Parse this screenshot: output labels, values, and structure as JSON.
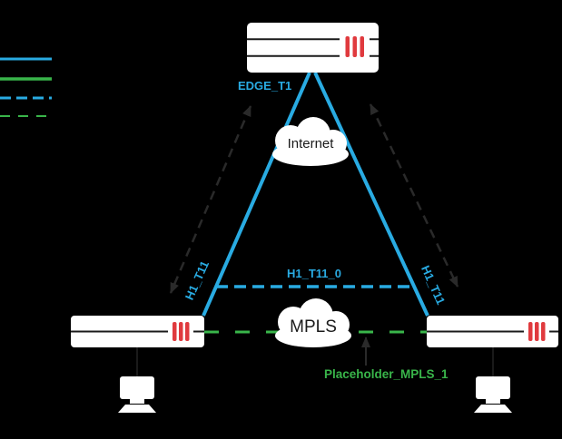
{
  "colors": {
    "background": "#000000",
    "blue": "#29abe2",
    "green": "#39b54a",
    "red": "#e03a3e",
    "white": "#ffffff",
    "dark-line": "#2a2a2a",
    "device-line": "#1a1a1a"
  },
  "legend": {
    "items": [
      {
        "name": "blue-solid-line",
        "style": "solid",
        "color": "#29abe2"
      },
      {
        "name": "green-solid-line",
        "style": "solid",
        "color": "#39b54a"
      },
      {
        "name": "blue-dashed-line",
        "style": "dashed",
        "color": "#29abe2"
      },
      {
        "name": "green-dashed-line",
        "style": "dashed",
        "color": "#39b54a"
      }
    ]
  },
  "nodes": {
    "edge_router": {
      "label": "EDGE_T1"
    },
    "internet_cloud": {
      "label": "Internet"
    },
    "mpls_cloud": {
      "label": "MPLS"
    },
    "left_router": {
      "label": ""
    },
    "right_router": {
      "label": ""
    }
  },
  "links": {
    "edge_left": {
      "label": "H1_T11"
    },
    "edge_right": {
      "label": "H1_T11"
    },
    "tunnel": {
      "label": "H1_T11_0"
    },
    "mpls_link": {
      "label": "Placeholder_MPLS_1"
    }
  }
}
